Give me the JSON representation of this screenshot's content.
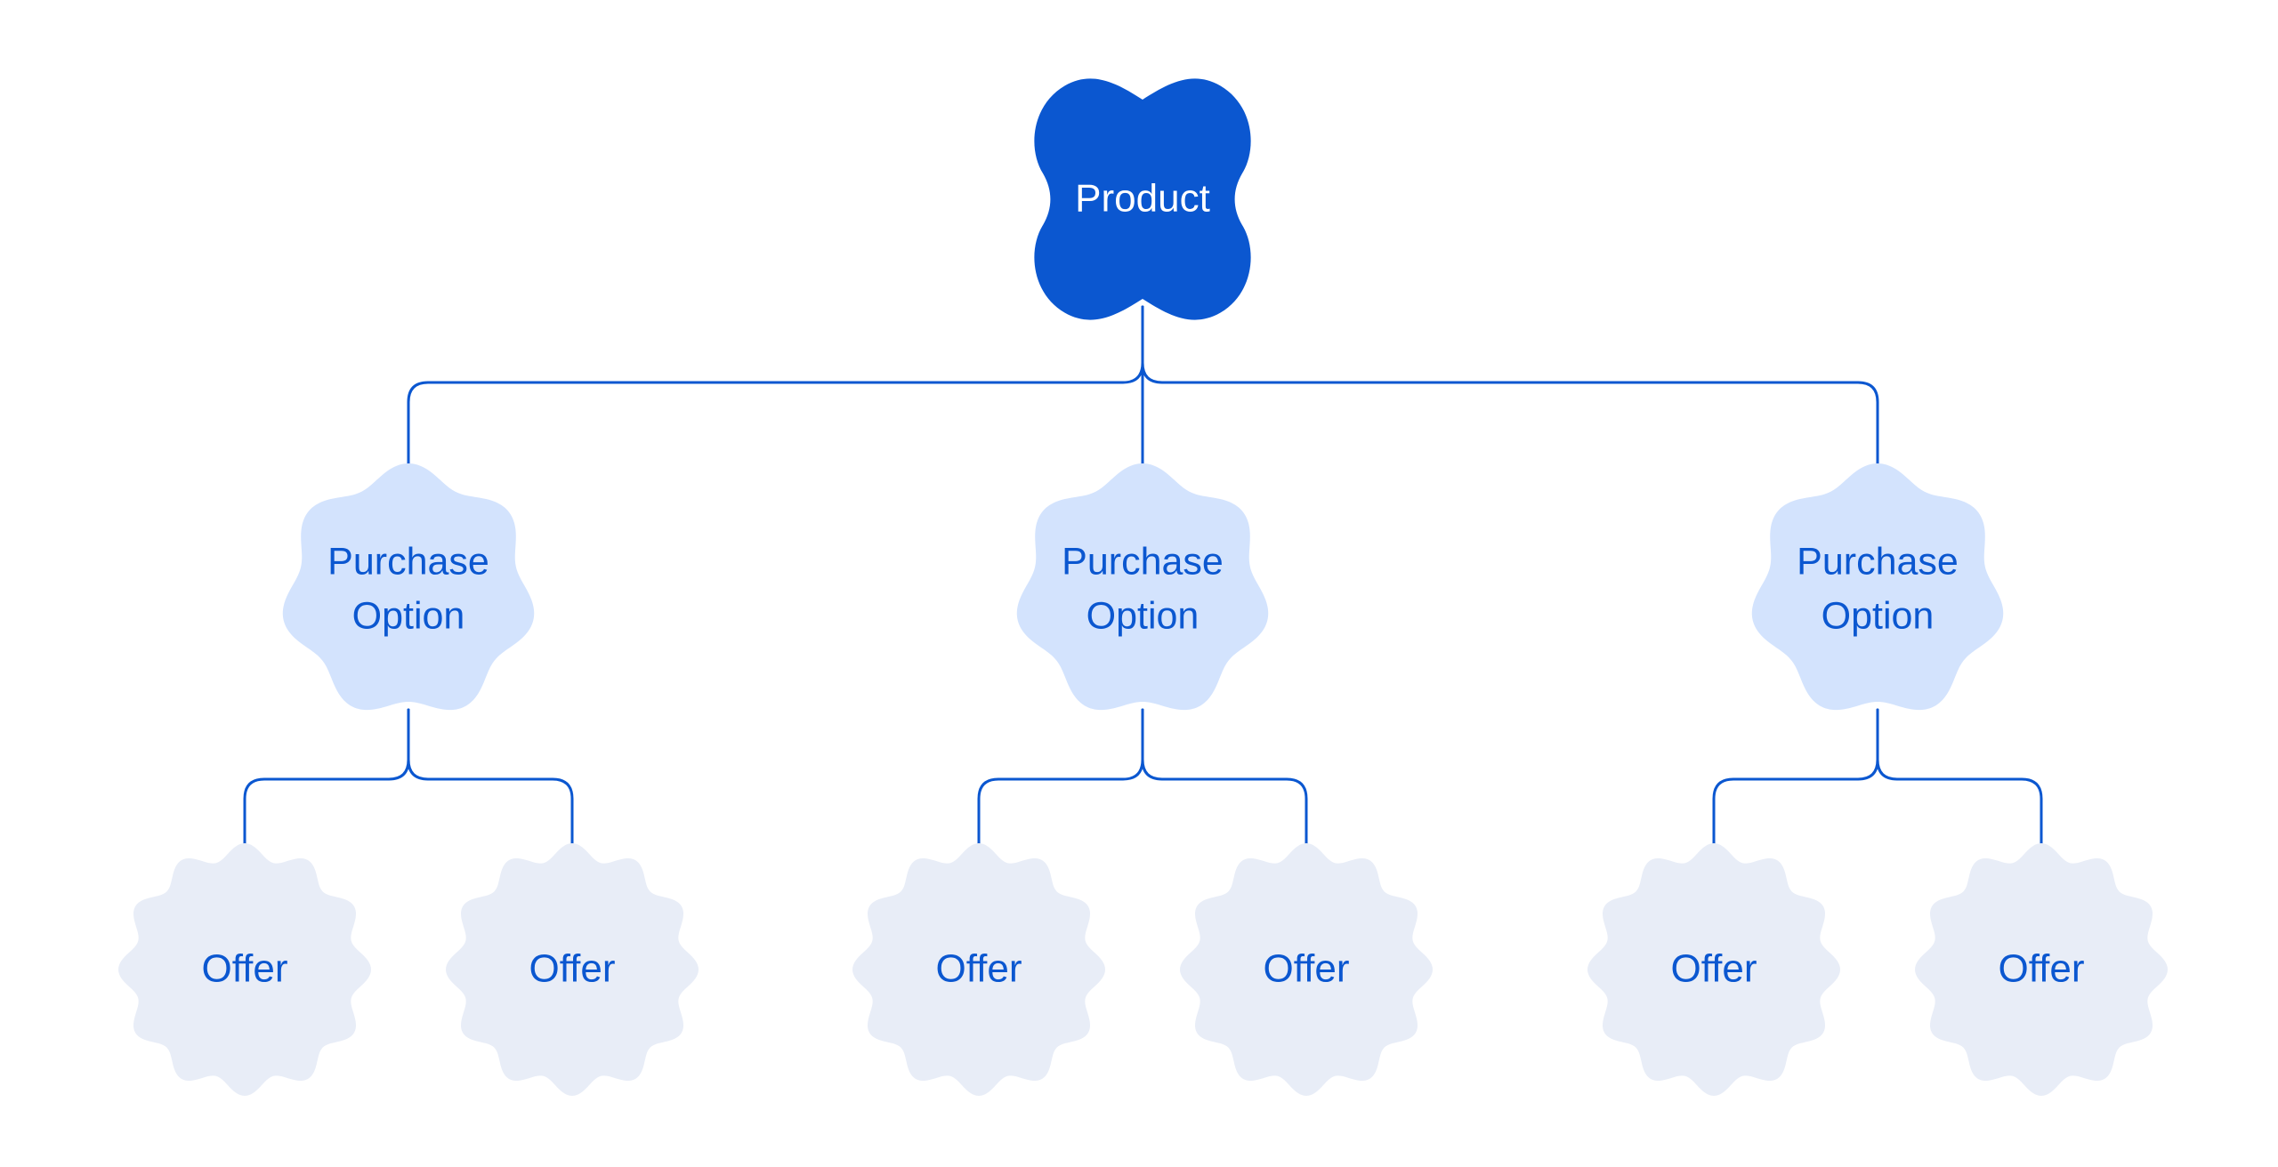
{
  "colors": {
    "line": "#0b57d0",
    "product_fill": "#0b57d0",
    "product_text": "#ffffff",
    "option_fill": "#d3e3fd",
    "option_text": "#0b57d0",
    "offer_fill": "#e8edf7",
    "offer_text": "#0b57d0"
  },
  "product": {
    "label": "Product"
  },
  "purchase_options": [
    {
      "line1": "Purchase",
      "line2": "Option",
      "offers": [
        {
          "label": "Offer"
        },
        {
          "label": "Offer"
        }
      ]
    },
    {
      "line1": "Purchase",
      "line2": "Option",
      "offers": [
        {
          "label": "Offer"
        },
        {
          "label": "Offer"
        }
      ]
    },
    {
      "line1": "Purchase",
      "line2": "Option",
      "offers": [
        {
          "label": "Offer"
        },
        {
          "label": "Offer"
        }
      ]
    }
  ]
}
